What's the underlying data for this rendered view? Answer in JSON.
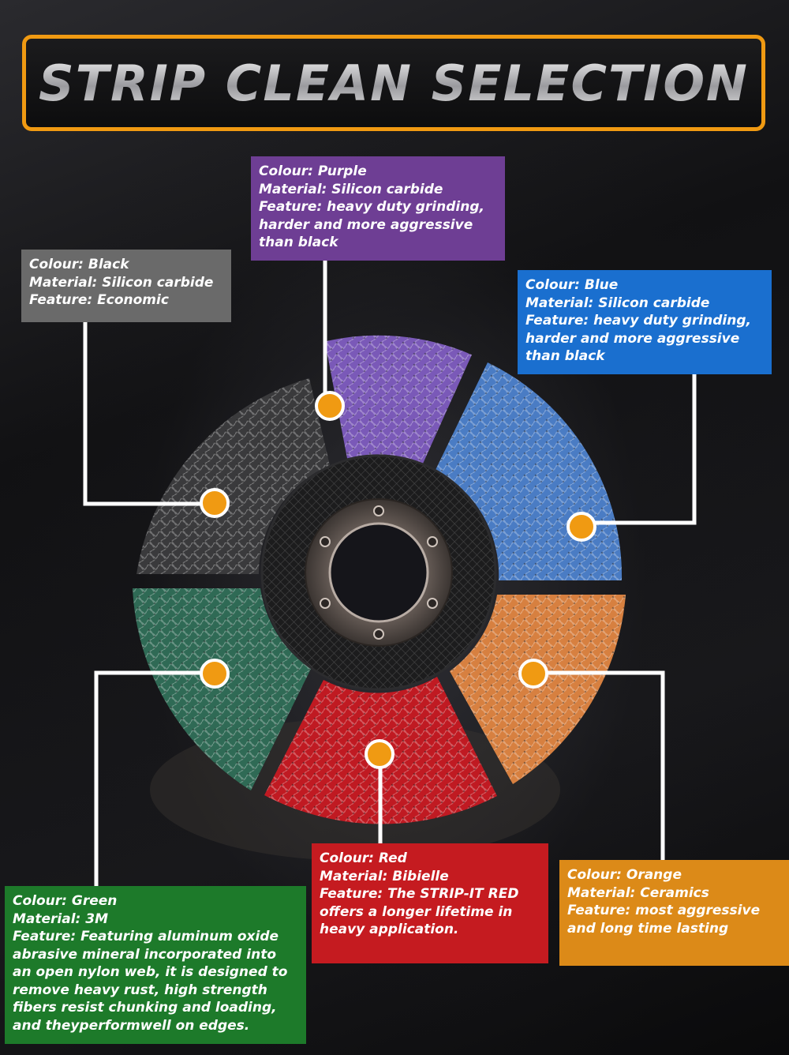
{
  "title": "STRIP CLEAN SELECTION",
  "colors": {
    "accent_border": "#f09a12",
    "purple": "#6e3e94",
    "black": "#6a6a6a",
    "blue": "#1a6fcf",
    "green": "#1d7a2a",
    "red": "#c51b20",
    "orange": "#dc8a18",
    "marker": "#f09a12"
  },
  "products": {
    "purple": {
      "colour": "Colour: Purple",
      "material": "Material: Silicon carbide",
      "feature": "Feature: heavy duty grinding, harder and more aggressive than black"
    },
    "black": {
      "colour": "Colour: Black",
      "material": "Material: Silicon carbide",
      "feature": "Feature: Economic"
    },
    "blue": {
      "colour": "Colour: Blue",
      "material": "Material: Silicon carbide",
      "feature": "Feature: heavy duty grinding, harder and more aggressive than black"
    },
    "green": {
      "colour": "Colour: Green",
      "material": "Material: 3M",
      "feature": "Feature: Featuring aluminum oxide abrasive mineral incorporated into an open nylon web, it is designed to remove heavy rust, high strength fibers resist chunking and loading, and theyperformwell on edges."
    },
    "red": {
      "colour": "Colour: Red",
      "material": "Material: Bibielle",
      "feature": "Feature: The STRIP-IT RED offers a longer lifetime in heavy application."
    },
    "orange": {
      "colour": "Colour: Orange",
      "material": "Material: Ceramics",
      "feature": "Feature: most aggressive and long time lasting"
    }
  }
}
